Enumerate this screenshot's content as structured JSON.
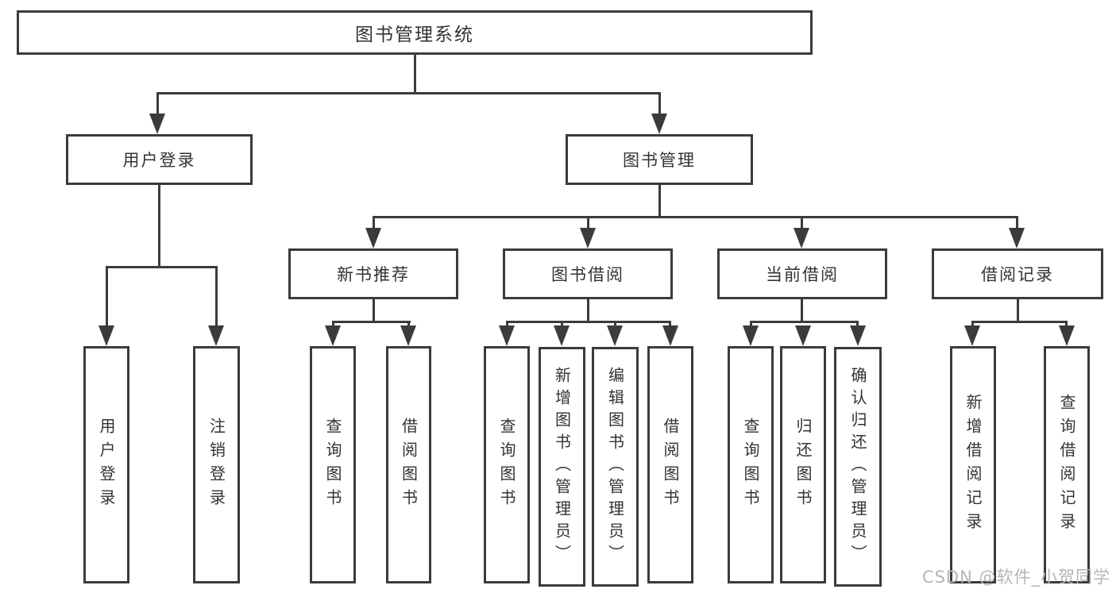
{
  "diagram": {
    "title": "图书管理系统",
    "level2": {
      "user_login": "用户登录",
      "book_mgmt": "图书管理"
    },
    "level3": {
      "new_book": "新书推荐",
      "book_borrow": "图书借阅",
      "current_borrow": "当前借阅",
      "borrow_record": "借阅记录"
    },
    "leaves": {
      "user_login": "用户登录",
      "logout": "注销登录",
      "nb_query": "查询图书",
      "nb_borrow": "借阅图书",
      "bb_query": "查询图书",
      "bb_add": "新增图书（管理员）",
      "bb_edit": "编辑图书（管理员）",
      "bb_borrow": "借阅图书",
      "cb_query": "查询图书",
      "cb_return": "归还图书",
      "cb_confirm": "确认归还（管理员）",
      "br_add": "新增借阅记录",
      "br_query": "查询借阅记录"
    },
    "watermark": "CSDN @软件_小贺同学",
    "colors": {
      "line": "#3b3b3b",
      "text": "#333333",
      "watermark": "#b3b6ba",
      "background": "#ffffff"
    }
  }
}
